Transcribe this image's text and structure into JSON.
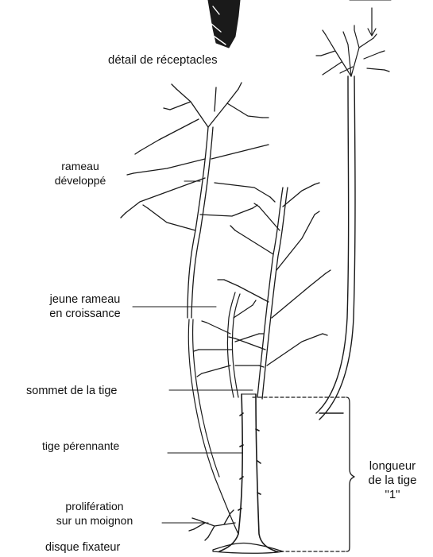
{
  "labels": {
    "receptacles": "détail de réceptacles",
    "rameau_l1": "rameau",
    "rameau_l2": "développé",
    "jeune_l1": "jeune rameau",
    "jeune_l2": "en croissance",
    "sommet": "sommet de la tige",
    "perennante": "tige pérennante",
    "longueur_l1": "longueur",
    "longueur_l2": "de la tige",
    "longueur_l3": "\"1\"",
    "prolif_l1": "prolifération",
    "prolif_l2": "sur un moignon",
    "disque": "disque fixateur"
  },
  "colors": {
    "ink": "#1a1a1a",
    "paper": "#ffffff"
  }
}
